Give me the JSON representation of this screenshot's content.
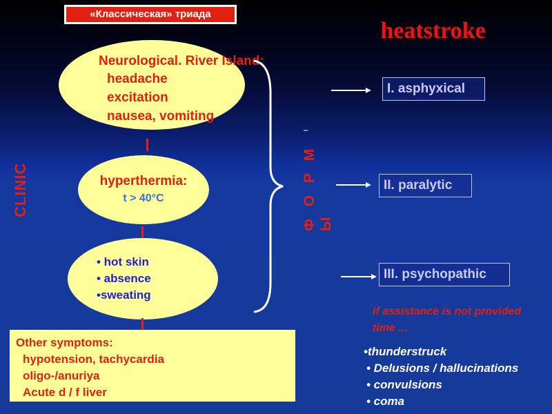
{
  "tag_label": "«Классическая» триада",
  "title": "heatstroke",
  "clinic_label": "CLINIC",
  "forms_label": "Ф О Р М Ы",
  "ellipse1": {
    "title": "Neurological. River Island:",
    "items": [
      "headache",
      "excitation",
      "nausea, vomiting"
    ]
  },
  "ellipse2": {
    "title": "hyperthermia:",
    "sub": "t > 40°C"
  },
  "ellipse3": {
    "items": [
      "• hot skin",
      "•  absence",
      "•sweating"
    ]
  },
  "forms": [
    "I. asphyxical",
    "II. paralytic",
    "III. psychopathic"
  ],
  "other_symptoms": {
    "title": "Other symptoms:",
    "items": [
      "hypotension, tachycardia",
      "oligo-/anuriya",
      "Acute d / f liver"
    ]
  },
  "note": {
    "line1": "if assistance is not provided",
    "line2": "time ..."
  },
  "complications": [
    "•thunderstruck",
    "•  Delusions / hallucinations",
    "•  convulsions",
    "•  coma"
  ],
  "colors": {
    "accent_red": "#e02010",
    "ellipse_fill": "#ffff99",
    "background_top": "#000000",
    "background_bottom": "#163a9a"
  }
}
